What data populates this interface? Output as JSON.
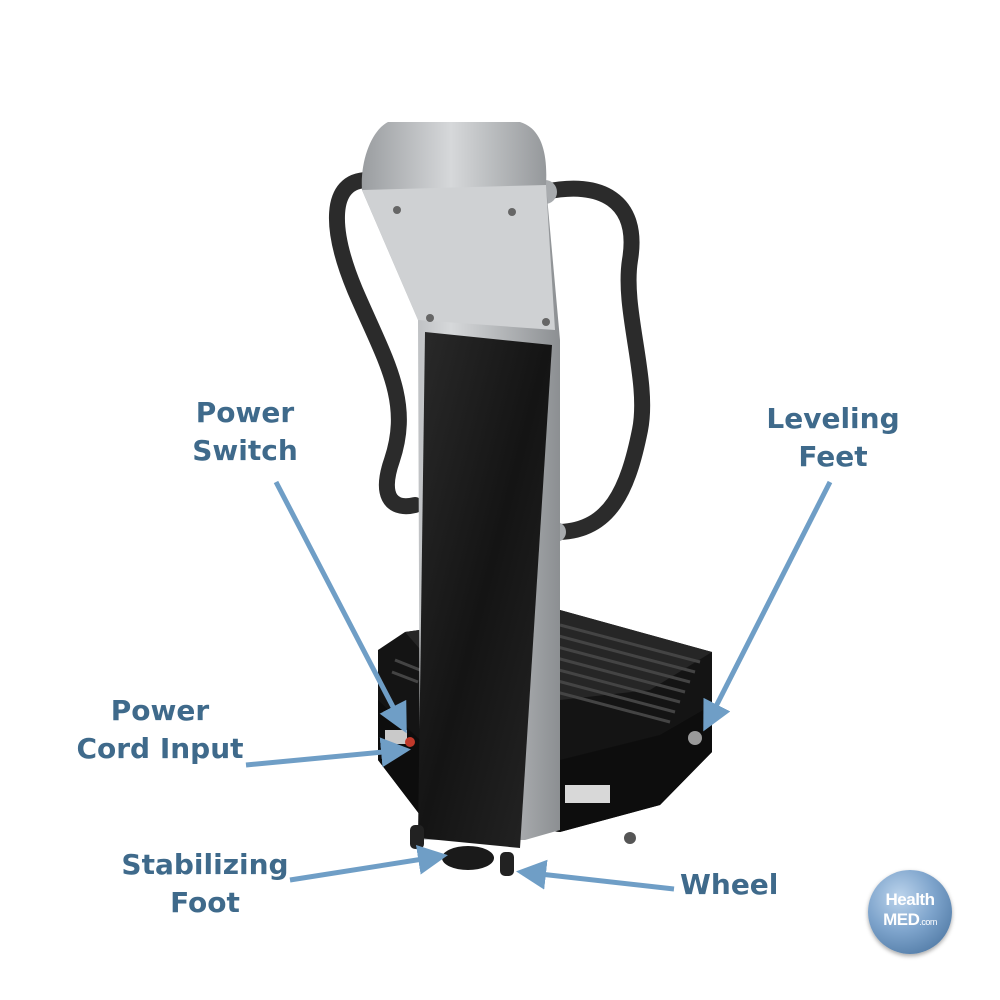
{
  "labels": {
    "power_switch": [
      "Power",
      "Switch"
    ],
    "power_cord_input": [
      "Power",
      "Cord Input"
    ],
    "leveling_feet": [
      "Leveling",
      "Feet"
    ],
    "stabilizing_foot": [
      "Stabilizing",
      "Foot"
    ],
    "wheel": "Wheel"
  },
  "logo": {
    "lines": [
      "Health",
      "MED"
    ],
    "suffix": ".com"
  },
  "colors": {
    "label_text": "#3f6a8b",
    "arrow": "#6f9ec6",
    "frame_silver": "#b9bcbf",
    "column_panel": "#1a1a1a",
    "base": "#151515",
    "handle": "#2b2b2b",
    "logo": "#5a86b3"
  }
}
